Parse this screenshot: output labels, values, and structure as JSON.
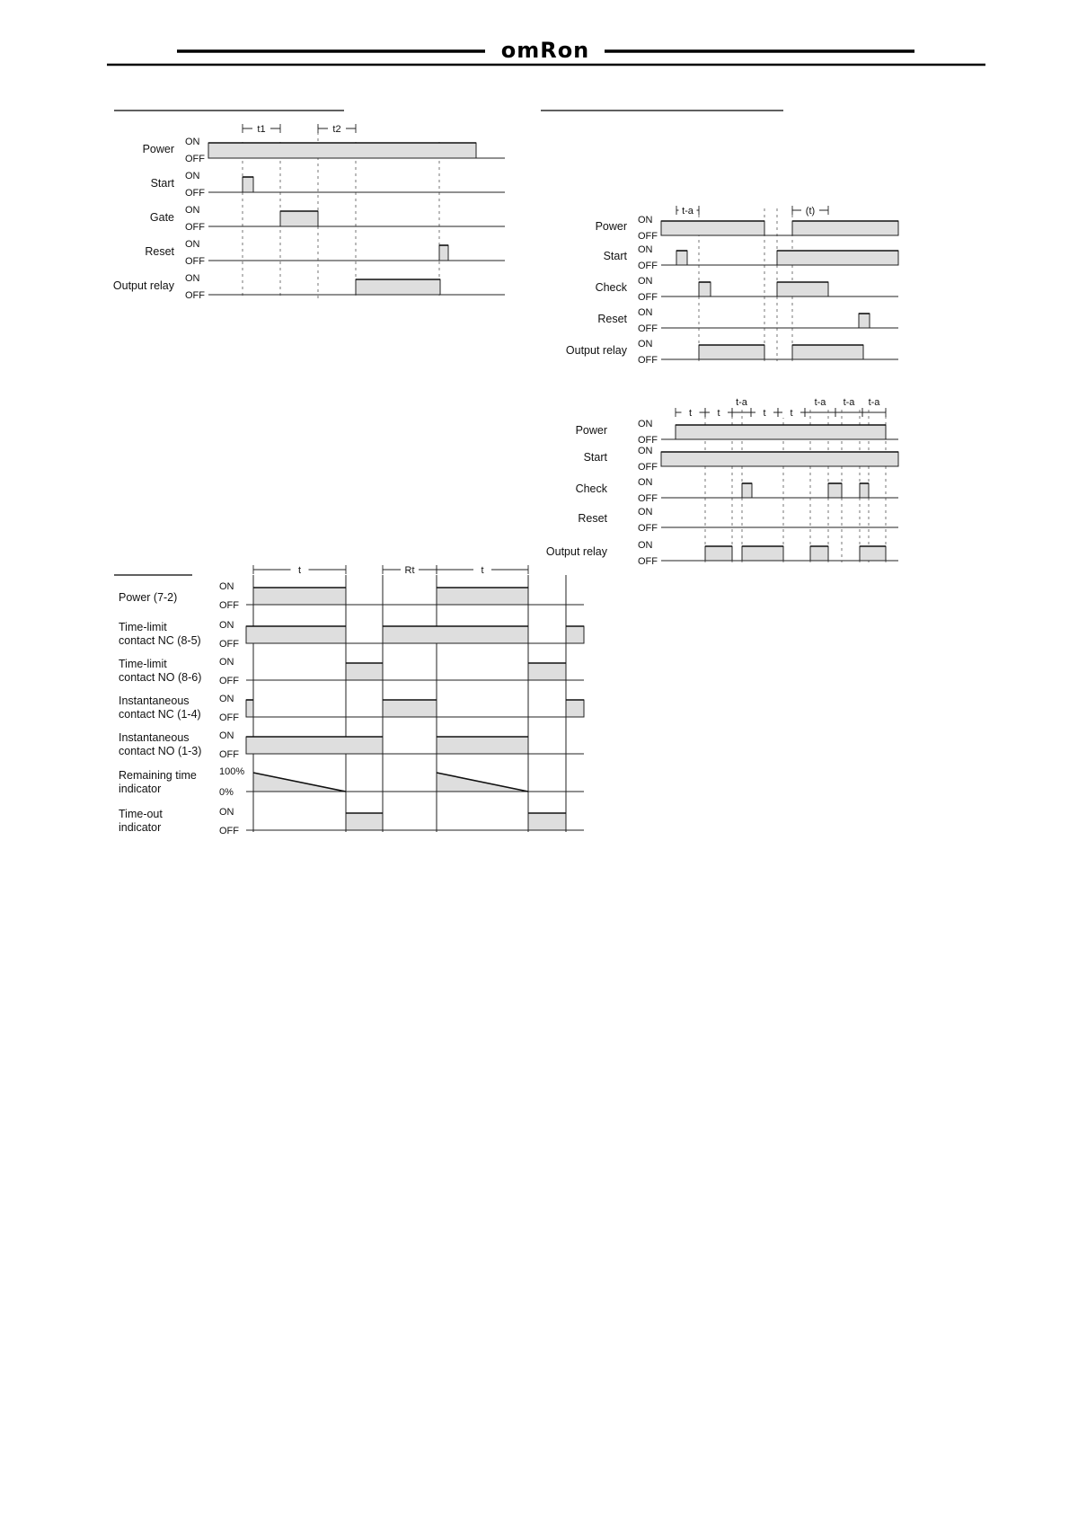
{
  "header": {
    "brand": "omRon"
  },
  "diagrams": [
    {
      "id": "gate",
      "timing_labels": [
        "t1",
        "t2"
      ],
      "rows": [
        {
          "name": "Power",
          "on": "ON",
          "off": "OFF"
        },
        {
          "name": "Start",
          "on": "ON",
          "off": "OFF"
        },
        {
          "name": "Gate",
          "on": "ON",
          "off": "OFF"
        },
        {
          "name": "Reset",
          "on": "ON",
          "off": "OFF"
        },
        {
          "name": "Output relay",
          "on": "ON",
          "off": "OFF"
        }
      ]
    },
    {
      "id": "check-1",
      "timing_labels": [
        "t-a",
        "(t)"
      ],
      "rows": [
        {
          "name": "Power",
          "on": "ON",
          "off": "OFF"
        },
        {
          "name": "Start",
          "on": "ON",
          "off": "OFF"
        },
        {
          "name": "Check",
          "on": "ON",
          "off": "OFF"
        },
        {
          "name": "Reset",
          "on": "ON",
          "off": "OFF"
        },
        {
          "name": "Output relay",
          "on": "ON",
          "off": "OFF"
        }
      ]
    },
    {
      "id": "check-2",
      "timing_labels": [
        "t",
        "t",
        "t-a",
        "t",
        "t",
        "t-a",
        "t-a",
        "t-a"
      ],
      "rows": [
        {
          "name": "Power",
          "on": "ON",
          "off": "OFF"
        },
        {
          "name": "Start",
          "on": "ON",
          "off": "OFF"
        },
        {
          "name": "Check",
          "on": "ON",
          "off": "OFF"
        },
        {
          "name": "Reset",
          "on": "ON",
          "off": "OFF"
        },
        {
          "name": "Output relay",
          "on": "ON",
          "off": "OFF"
        }
      ]
    },
    {
      "id": "contacts",
      "timing_labels": [
        "t",
        "Rt",
        "t"
      ],
      "rows": [
        {
          "name": [
            "Power (7-2)"
          ],
          "on": "ON",
          "off": "OFF"
        },
        {
          "name": [
            "Time-limit",
            "contact NC (8-5)"
          ],
          "on": "ON",
          "off": "OFF"
        },
        {
          "name": [
            "Time-limit",
            "contact NO (8-6)"
          ],
          "on": "ON",
          "off": "OFF"
        },
        {
          "name": [
            "Instantaneous",
            "contact NC (1-4)"
          ],
          "on": "ON",
          "off": "OFF"
        },
        {
          "name": [
            "Instantaneous",
            "contact NO (1-3)"
          ],
          "on": "ON",
          "off": "OFF"
        },
        {
          "name": [
            "Remaining time",
            "indicator"
          ],
          "on": "100%",
          "off": "0%"
        },
        {
          "name": [
            "Time-out",
            "indicator"
          ],
          "on": "ON",
          "off": "OFF"
        }
      ]
    }
  ]
}
